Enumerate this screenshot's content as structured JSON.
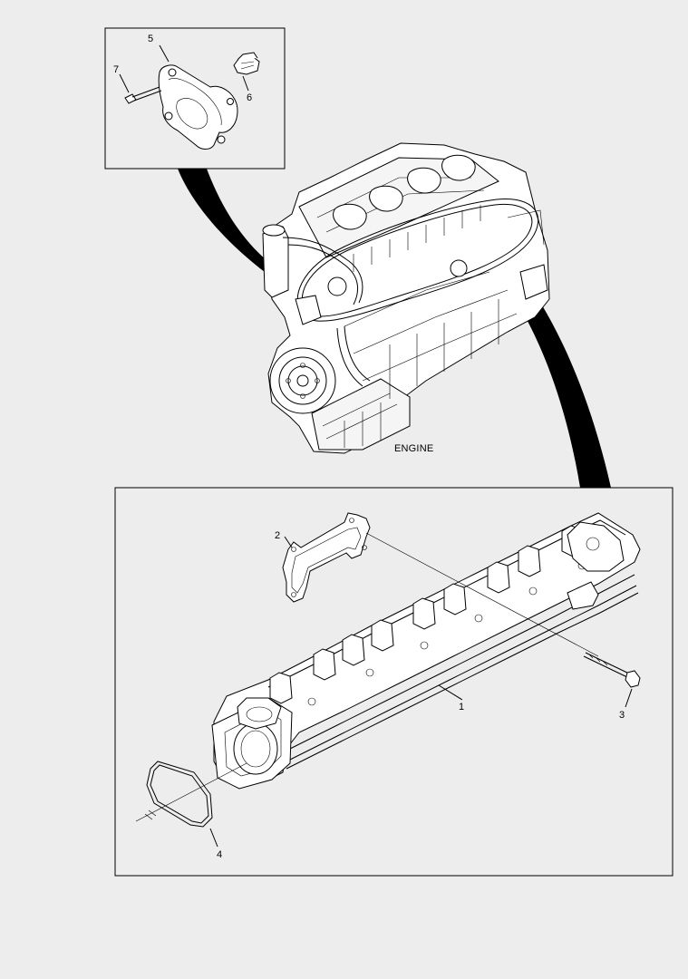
{
  "diagram": {
    "engine_label": "ENGINE",
    "callouts": {
      "c1": "1",
      "c2": "2",
      "c3": "3",
      "c4": "4",
      "c5": "5",
      "c6": "6",
      "c7": "7"
    }
  }
}
